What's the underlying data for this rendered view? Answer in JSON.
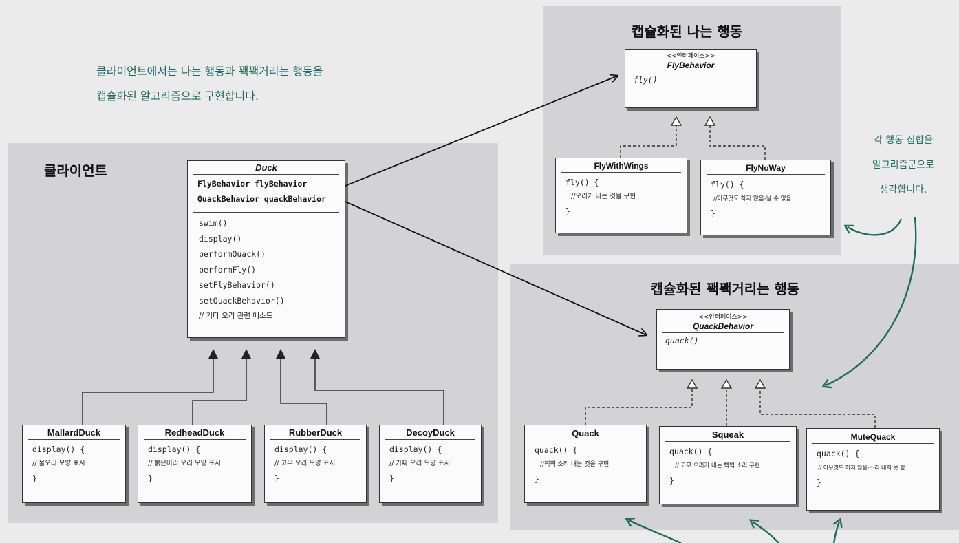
{
  "note_top": {
    "line1": "클라이언트에서는 나는 행동과 꽥꽥거리는 행동을",
    "line2": "캡슐화된 알고리즘으로 구현합니다."
  },
  "note_right": {
    "line1": "각 행동 집합을",
    "line2": "알고리즘군으로",
    "line3": "생각합니다."
  },
  "client": {
    "title": "클라이언트",
    "duck": {
      "name": "Duck",
      "fields": [
        "FlyBehavior flyBehavior",
        "QuackBehavior quackBehavior"
      ],
      "methods": [
        "swim()",
        "display()",
        "performQuack()",
        "performFly()",
        "setFlyBehavior()",
        "setQuackBehavior()",
        "// 기타 오리 관련 메소드"
      ]
    },
    "subclasses": [
      {
        "name": "MallardDuck",
        "line1": "display() {",
        "comment": "// 물오리 모양 표시",
        "close": "}"
      },
      {
        "name": "RedheadDuck",
        "line1": "display() {",
        "comment": "// 붉은머리 오리 모양 표시",
        "close": "}"
      },
      {
        "name": "RubberDuck",
        "line1": "display() {",
        "comment": "// 고무 오리 모양 표시",
        "close": "}"
      },
      {
        "name": "DecoyDuck",
        "line1": "display() {",
        "comment": "// 가짜 오리 모양 표시",
        "close": "}"
      }
    ]
  },
  "fly": {
    "title": "캡슐화된 나는 행동",
    "interface": {
      "stereotype": "<<인터페이스>>",
      "name": "FlyBehavior",
      "method": "fly()"
    },
    "impls": [
      {
        "name": "FlyWithWings",
        "line1": "fly() {",
        "comment": "//오리가 나는 것을 구현",
        "close": "}"
      },
      {
        "name": "FlyNoWay",
        "line1": "fly() {",
        "comment": "//아무것도 하지 않음-날 수 없음",
        "close": "}"
      }
    ]
  },
  "quack": {
    "title": "캡슐화된 꽥꽥거리는 행동",
    "interface": {
      "stereotype": "<<인터페이스>>",
      "name": "QuackBehavior",
      "method": "quack()"
    },
    "impls": [
      {
        "name": "Quack",
        "line1": "quack() {",
        "comment": "//꽥꽥 소리 내는 것을 구현",
        "close": "}"
      },
      {
        "name": "Squeak",
        "line1": "quack() {",
        "comment": "// 고무 오리가 내는 삑삑 소리 구현",
        "close": "}"
      },
      {
        "name": "MuteQuack",
        "line1": "quack() {",
        "comment": "// 아무것도 하지 않음-소리 내지 못 함",
        "close": "}"
      }
    ]
  },
  "colors": {
    "note": "#1f6a59",
    "panel": "#d3d3d5",
    "page": "#ebebeb"
  }
}
